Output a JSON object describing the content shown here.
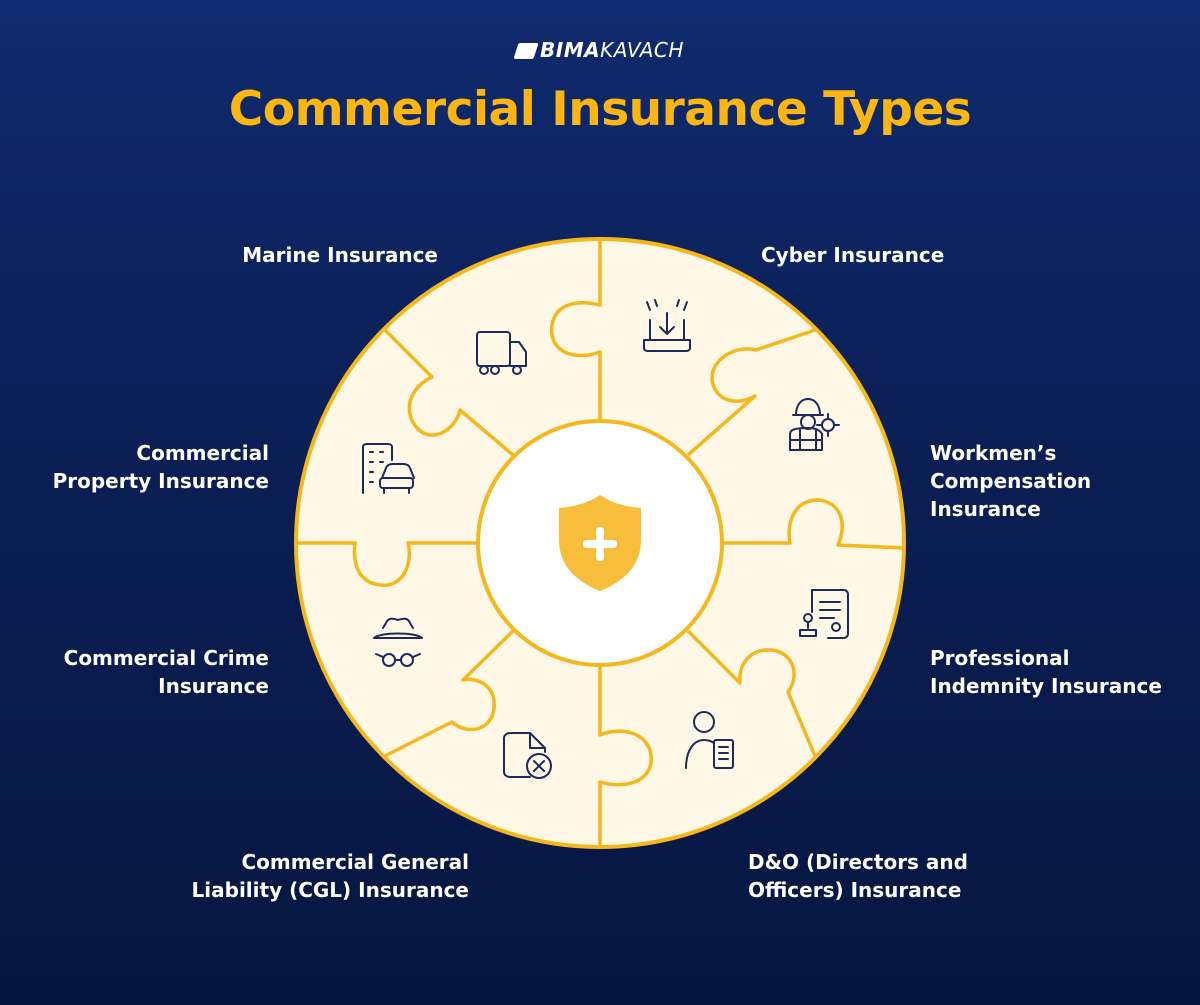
{
  "brand": {
    "bold": "BIMA",
    "light": "KAVACH"
  },
  "title": "Commercial Insurance Types",
  "labels": {
    "marine": "Marine Insurance",
    "cyber": "Cyber Insurance",
    "property": "Commercial\nProperty Insurance",
    "workmen": "Workmen’s\nCompensation\nInsurance",
    "crime": "Commercial Crime\nInsurance",
    "professional": "Professional\nIndemnity Insurance",
    "cgl": "Commercial General\nLiability (CGL) Insurance",
    "dno": "D&O (Directors and\nOfficers) Insurance"
  },
  "colors": {
    "accent": "#fbb614",
    "piece_fill": "#fff8e6",
    "outline": "#f5b81c",
    "icon_stroke": "#1c2a5e",
    "background_top": "#0f2a6e",
    "background_bottom": "#071640"
  },
  "icons": {
    "marine": "truck-icon",
    "cyber": "laptop-download-icon",
    "workmen": "worker-gear-icon",
    "professional": "certificate-stamp-icon",
    "dno": "person-document-icon",
    "cgl": "document-cancel-icon",
    "crime": "hat-glasses-icon",
    "property": "building-car-icon",
    "center": "shield-plus-icon"
  }
}
